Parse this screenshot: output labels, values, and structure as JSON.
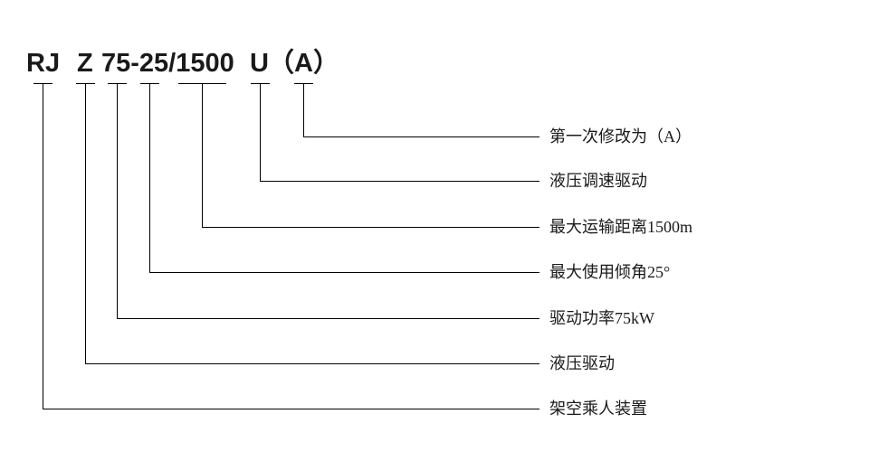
{
  "model_code": {
    "segments": [
      {
        "text": "RJ"
      },
      {
        "text": "Z"
      },
      {
        "text": "75-25/1500"
      },
      {
        "text": "U"
      },
      {
        "text": "（A）"
      }
    ]
  },
  "legend": {
    "items": [
      {
        "code": "（A）",
        "label": "第一次修改为（A）"
      },
      {
        "code": "U",
        "label": "液压调速驱动"
      },
      {
        "code": "1500",
        "label": "最大运输距离1500m"
      },
      {
        "code": "25",
        "label": "最大使用倾角25°"
      },
      {
        "code": "75",
        "label": "驱动功率75kW"
      },
      {
        "code": "Z",
        "label": "液压驱动"
      },
      {
        "code": "RJ",
        "label": "架空乘人装置"
      }
    ]
  },
  "colors": {
    "line": "#000000",
    "text": "#1a1a1a",
    "background": "#ffffff"
  }
}
